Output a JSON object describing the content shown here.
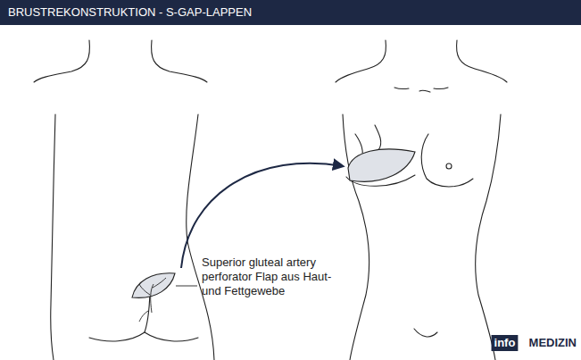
{
  "diagram": {
    "title": "BRUSTREKONSTRUKTION - S-GAP-LAPPEN",
    "labels": [
      "Superior gluteal artery perforator Flap aus Haut- und Fettgewebe",
      "info",
      "MEDIZIN"
    ]
  }
}
